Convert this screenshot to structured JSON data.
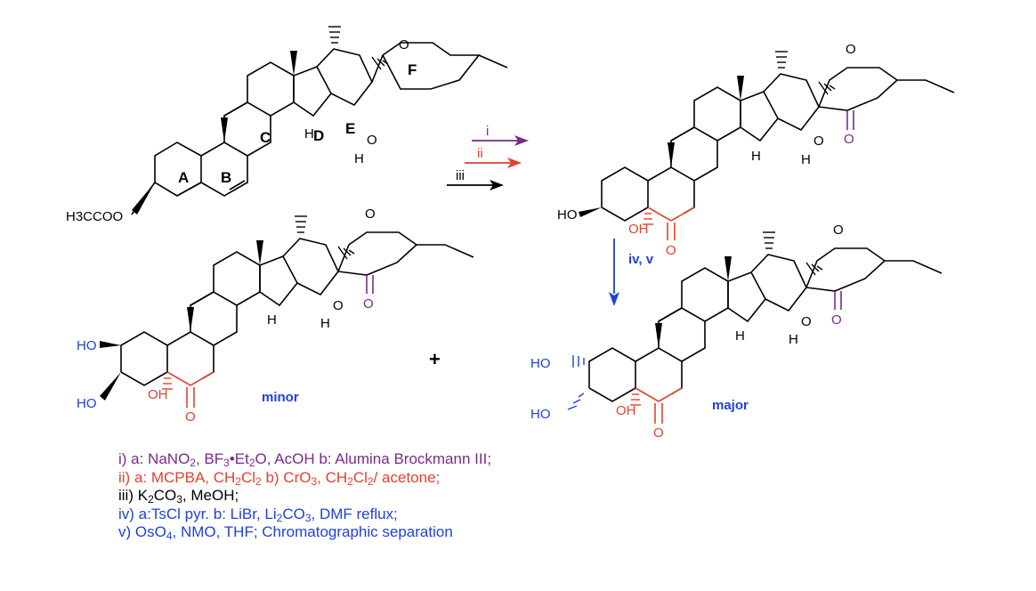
{
  "colors": {
    "step_i": "#7a2a8c",
    "step_ii": "#e2412f",
    "step_iii": "#000000",
    "step_iv_v": "#1f3fe0",
    "bond": "#000000"
  },
  "start": {
    "ring_a": "A",
    "ring_b": "B",
    "ring_c": "C",
    "ring_d": "D",
    "ring_e": "E",
    "ring_f": "F",
    "h_c14": "H",
    "h_c16": "H",
    "o_e": "O",
    "o_f": "O",
    "ester": "H3CCOO"
  },
  "intermediate": {
    "h_c14": "H",
    "h_c16": "H",
    "o_e": "O",
    "o_f": "O",
    "ketone_o": "O",
    "ho": "HO",
    "oh": "OH",
    "ketone6_o": "O"
  },
  "minor": {
    "h_c14": "H",
    "h_c16": "H",
    "o_e": "O",
    "o_f": "O",
    "ketone_o": "O",
    "ho2": "HO",
    "ho3": "HO",
    "oh": "OH",
    "ketone6_o": "O",
    "label": "minor"
  },
  "major": {
    "h_c14": "H",
    "h_c16": "H",
    "o_e": "O",
    "o_f": "O",
    "ketone_o": "O",
    "ho2": "HO",
    "ho3": "HO",
    "oh": "OH",
    "ketone6_o": "O",
    "label": "major"
  },
  "arrows": {
    "step_i": "i",
    "step_ii": "ii",
    "step_iii": "iii",
    "step_iv_v": "iv, v",
    "plus": "+"
  },
  "conditions": {
    "i_prefix": "i)  a: NaNO",
    "i_sub1": "2",
    "i_mid1": ", BF",
    "i_sub2": "3",
    "i_mid2": "•Et",
    "i_sub3": "2",
    "i_rest": "O, AcOH b: Alumina Brockmann III;",
    "ii_prefix": "ii)  a: MCPBA, CH",
    "ii_sub1": "2",
    "ii_mid1": "Cl",
    "ii_sub2": "2",
    "ii_mid2": " b) CrO",
    "ii_sub3": "3",
    "ii_mid3": ", CH",
    "ii_sub4": "2",
    "ii_mid4": "Cl",
    "ii_sub5": "2",
    "ii_rest": "/ acetone;",
    "iii_prefix": "iii) K",
    "iii_sub1": "2",
    "iii_mid1": "CO",
    "iii_sub2": "3",
    "iii_rest": ", MeOH;",
    "iv_prefix": "iv) a:TsCl pyr. b: LiBr, Li",
    "iv_sub1": "2",
    "iv_mid1": "CO",
    "iv_sub2": "3",
    "iv_rest": ", DMF reflux;",
    "v_prefix": "v)  OsO",
    "v_sub1": "4",
    "v_rest": ", NMO, THF; Chromatographic separation"
  }
}
